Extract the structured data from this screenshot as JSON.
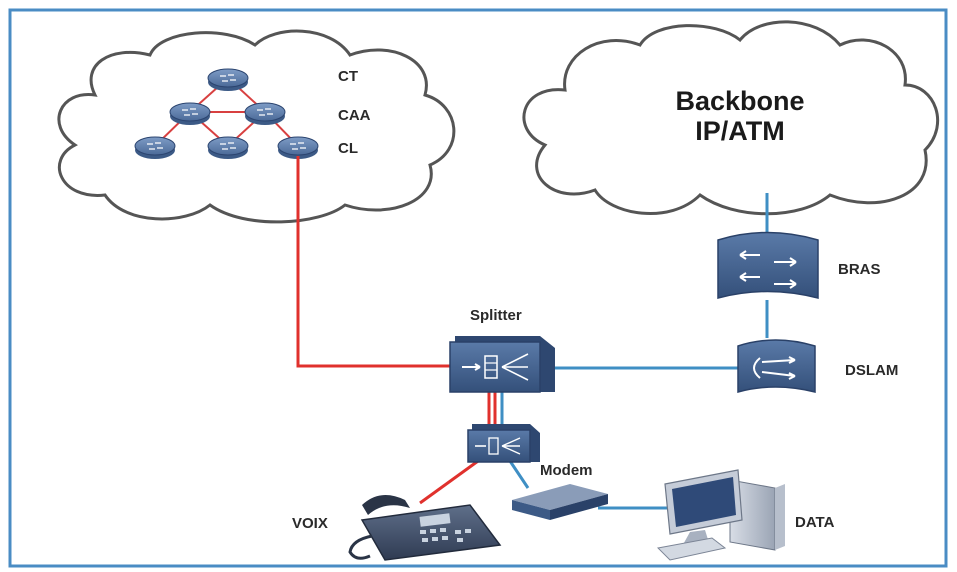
{
  "clouds": {
    "backbone": {
      "line1": "Backbone",
      "line2": "IP/ATM"
    },
    "switching": {
      "level_top": "CT",
      "level_mid": "CAA",
      "level_bottom": "CL"
    }
  },
  "devices": {
    "splitter": "Splitter",
    "bras": "BRAS",
    "dslam": "DSLAM",
    "modem": "Modem",
    "voice": "VOIX",
    "data": "DATA"
  },
  "colors": {
    "voice_line": "#e0312d",
    "data_line": "#3f8fc4",
    "device_fill": "#3c5a86",
    "border": "#4a8cc4"
  }
}
